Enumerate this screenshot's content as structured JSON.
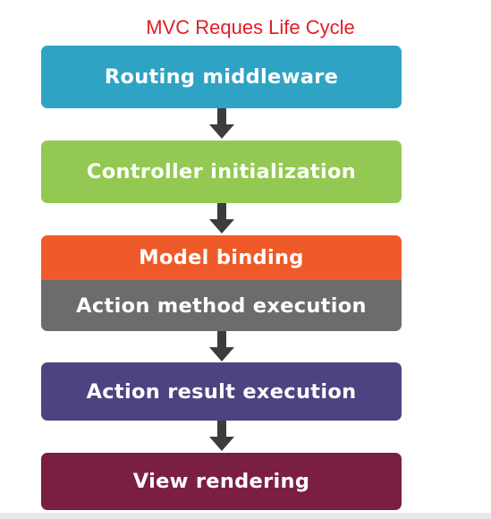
{
  "title": "MVC Reques Life Cycle",
  "steps": [
    {
      "label": "Routing middleware",
      "color": "#2fa3c4"
    },
    {
      "label": "Controller initialization",
      "color": "#93c953"
    },
    {
      "label": "Model binding",
      "color": "#ef5a2a"
    },
    {
      "label": "Action method execution",
      "color": "#6c6c6c"
    },
    {
      "label": "Action result execution",
      "color": "#4c4480"
    },
    {
      "label": "View rendering",
      "color": "#7a1f42"
    }
  ],
  "arrow_color": "#3c3c3c"
}
